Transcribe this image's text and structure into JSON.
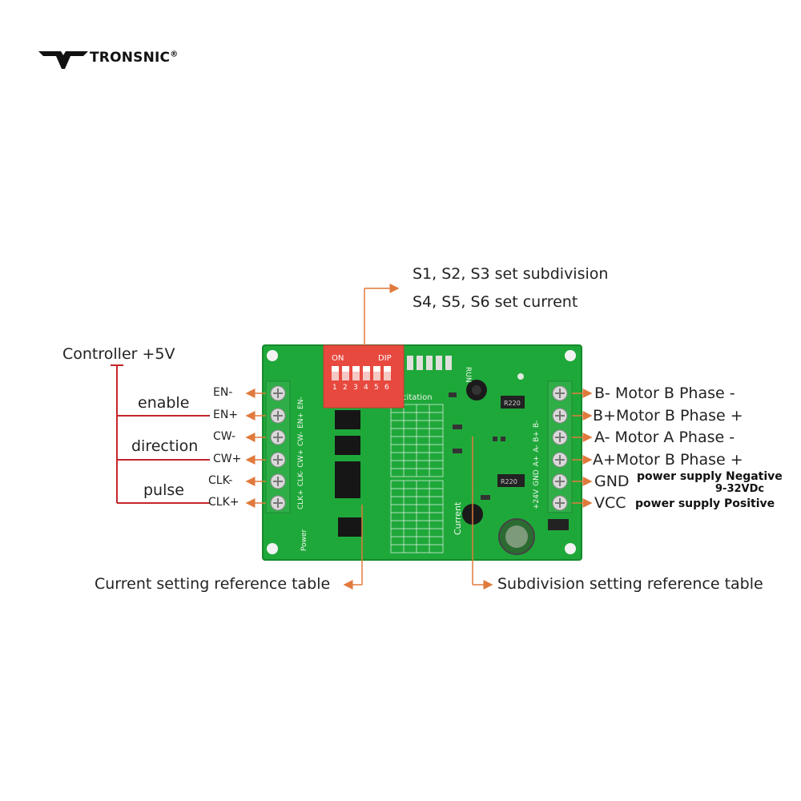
{
  "brand": {
    "name": "TRONSNIC",
    "mark": "®",
    "logo_icon": "tronsnic-logo-icon"
  },
  "dip_callout": {
    "line1": "S1, S2, S3 set subdivision",
    "line2": "S4, S5, S6 set current"
  },
  "left_labels": {
    "controller": "Controller +5V",
    "enable": "enable",
    "direction": "direction",
    "pulse": "pulse",
    "pins": [
      "EN-",
      "EN+",
      "CW-",
      "CW+",
      "CLK-",
      "CLK+"
    ]
  },
  "right_labels": {
    "pins": [
      {
        "pin": "B-",
        "desc": "Motor B Phase -"
      },
      {
        "pin": "B+",
        "desc": "Motor B Phase +"
      },
      {
        "pin": "A-",
        "desc": "Motor A Phase -"
      },
      {
        "pin": "A+",
        "desc": "Motor B Phase +"
      },
      {
        "pin": "GND",
        "desc": "power supply Negative"
      },
      {
        "pin": "VCC",
        "desc": "power supply Positive"
      }
    ],
    "voltage": "9-32VDc"
  },
  "bottom_labels": {
    "current_table": "Current setting reference table",
    "subdivision_table": "Subdivision setting reference table"
  },
  "board": {
    "dip_on": "ON",
    "dip_label": "DIP",
    "dip_numbers": [
      "1",
      "2",
      "3",
      "4",
      "5",
      "6"
    ],
    "excitation": "Excitation",
    "current": "Current",
    "power": "Power",
    "run": "RUN",
    "resistor": "R220",
    "left_terminal_silk": [
      "CLK+",
      "CLK-",
      "CW+",
      "CW-",
      "EN+",
      "EN-"
    ],
    "right_terminal_silk": [
      "+24V",
      "GND",
      "A+",
      "A-",
      "B+",
      "B-"
    ]
  },
  "colors": {
    "pcb": "#1fa83a",
    "pcb_dark": "#178a2e",
    "dip": "#e8493f",
    "arrow": "#e07a3c",
    "bracket": "#c4262b",
    "terminal": "#2fae47"
  }
}
